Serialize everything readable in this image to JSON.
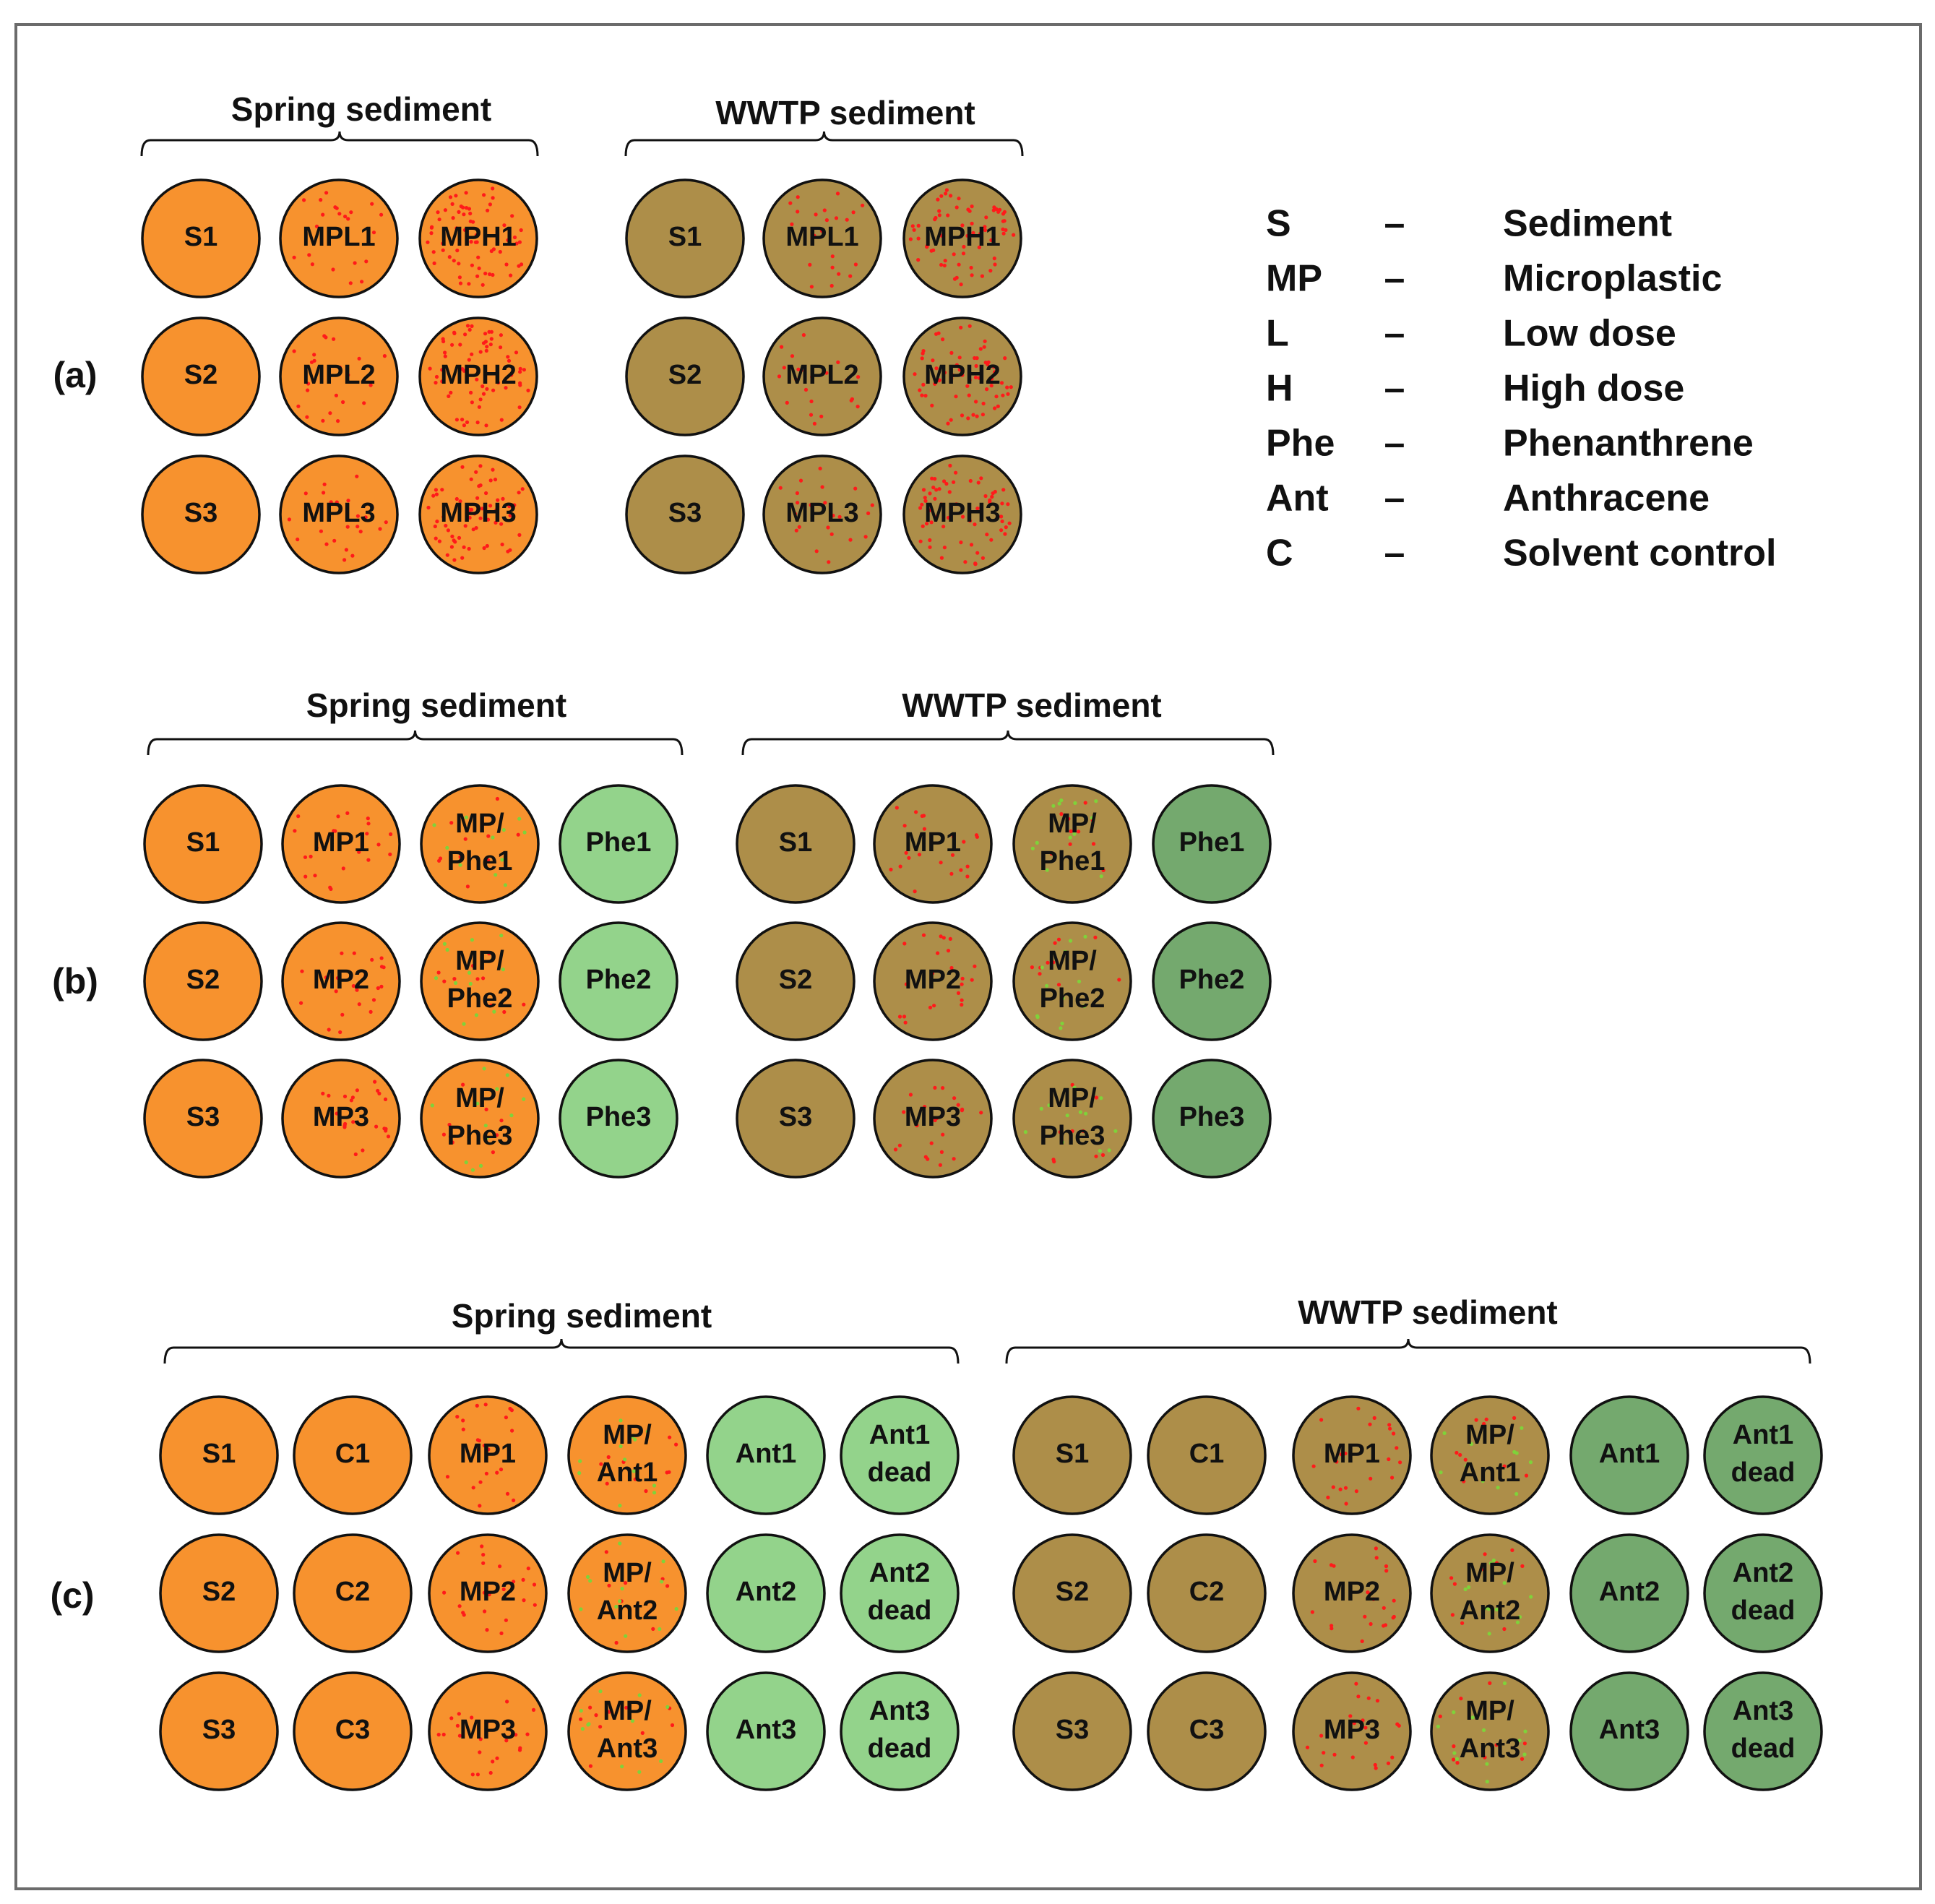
{
  "colors": {
    "spring": "#f7922e",
    "wwtp": "#ad8e49",
    "spring_green": "#93d38b",
    "wwtp_green": "#74a96e",
    "mp_dot": "#ff1a1a",
    "pah_dot": "#7fd23a",
    "outline": "#111111"
  },
  "legend": [
    {
      "abbr": "S",
      "dash": "–",
      "meaning": "Sediment"
    },
    {
      "abbr": "MP",
      "dash": "–",
      "meaning": "Microplastic"
    },
    {
      "abbr": "L",
      "dash": "–",
      "meaning": "Low dose"
    },
    {
      "abbr": "H",
      "dash": "–",
      "meaning": "High dose"
    },
    {
      "abbr": "Phe",
      "dash": "–",
      "meaning": "Phenanthrene"
    },
    {
      "abbr": "Ant",
      "dash": "–",
      "meaning": "Anthracene"
    },
    {
      "abbr": "C",
      "dash": "–",
      "meaning": "Solvent control"
    }
  ],
  "panels": [
    {
      "label": "(a)",
      "groups": [
        {
          "title": "Spring sediment",
          "sediment": "spring",
          "rows": [
            [
              {
                "text": [
                  "S1"
                ],
                "fill": "base",
                "dots": "none"
              },
              {
                "text": [
                  "MPL1"
                ],
                "fill": "base",
                "dots": "mp_low"
              },
              {
                "text": [
                  "MPH1"
                ],
                "fill": "base",
                "dots": "mp_high"
              }
            ],
            [
              {
                "text": [
                  "S2"
                ],
                "fill": "base",
                "dots": "none"
              },
              {
                "text": [
                  "MPL2"
                ],
                "fill": "base",
                "dots": "mp_low"
              },
              {
                "text": [
                  "MPH2"
                ],
                "fill": "base",
                "dots": "mp_high"
              }
            ],
            [
              {
                "text": [
                  "S3"
                ],
                "fill": "base",
                "dots": "none"
              },
              {
                "text": [
                  "MPL3"
                ],
                "fill": "base",
                "dots": "mp_low"
              },
              {
                "text": [
                  "MPH3"
                ],
                "fill": "base",
                "dots": "mp_high"
              }
            ]
          ]
        },
        {
          "title": "WWTP sediment",
          "sediment": "wwtp",
          "rows": [
            [
              {
                "text": [
                  "S1"
                ],
                "fill": "base",
                "dots": "none"
              },
              {
                "text": [
                  "MPL1"
                ],
                "fill": "base",
                "dots": "mp_low"
              },
              {
                "text": [
                  "MPH1"
                ],
                "fill": "base",
                "dots": "mp_high"
              }
            ],
            [
              {
                "text": [
                  "S2"
                ],
                "fill": "base",
                "dots": "none"
              },
              {
                "text": [
                  "MPL2"
                ],
                "fill": "base",
                "dots": "mp_low"
              },
              {
                "text": [
                  "MPH2"
                ],
                "fill": "base",
                "dots": "mp_high"
              }
            ],
            [
              {
                "text": [
                  "S3"
                ],
                "fill": "base",
                "dots": "none"
              },
              {
                "text": [
                  "MPL3"
                ],
                "fill": "base",
                "dots": "mp_low"
              },
              {
                "text": [
                  "MPH3"
                ],
                "fill": "base",
                "dots": "mp_high"
              }
            ]
          ]
        }
      ]
    },
    {
      "label": "(b)",
      "groups": [
        {
          "title": "Spring sediment",
          "sediment": "spring",
          "rows": [
            [
              {
                "text": [
                  "S1"
                ],
                "fill": "base",
                "dots": "none"
              },
              {
                "text": [
                  "MP1"
                ],
                "fill": "base",
                "dots": "mp_low"
              },
              {
                "text": [
                  "MP/",
                  "Phe1"
                ],
                "fill": "base",
                "dots": "pah"
              },
              {
                "text": [
                  "Phe1"
                ],
                "fill": "green",
                "dots": "none"
              }
            ],
            [
              {
                "text": [
                  "S2"
                ],
                "fill": "base",
                "dots": "none"
              },
              {
                "text": [
                  "MP2"
                ],
                "fill": "base",
                "dots": "mp_low"
              },
              {
                "text": [
                  "MP/",
                  "Phe2"
                ],
                "fill": "base",
                "dots": "pah"
              },
              {
                "text": [
                  "Phe2"
                ],
                "fill": "green",
                "dots": "none"
              }
            ],
            [
              {
                "text": [
                  "S3"
                ],
                "fill": "base",
                "dots": "none"
              },
              {
                "text": [
                  "MP3"
                ],
                "fill": "base",
                "dots": "mp_low"
              },
              {
                "text": [
                  "MP/",
                  "Phe3"
                ],
                "fill": "base",
                "dots": "pah"
              },
              {
                "text": [
                  "Phe3"
                ],
                "fill": "green",
                "dots": "none"
              }
            ]
          ]
        },
        {
          "title": "WWTP sediment",
          "sediment": "wwtp",
          "rows": [
            [
              {
                "text": [
                  "S1"
                ],
                "fill": "base",
                "dots": "none"
              },
              {
                "text": [
                  "MP1"
                ],
                "fill": "base",
                "dots": "mp_low"
              },
              {
                "text": [
                  "MP/",
                  "Phe1"
                ],
                "fill": "base",
                "dots": "pah"
              },
              {
                "text": [
                  "Phe1"
                ],
                "fill": "green",
                "dots": "none"
              }
            ],
            [
              {
                "text": [
                  "S2"
                ],
                "fill": "base",
                "dots": "none"
              },
              {
                "text": [
                  "MP2"
                ],
                "fill": "base",
                "dots": "mp_low"
              },
              {
                "text": [
                  "MP/",
                  "Phe2"
                ],
                "fill": "base",
                "dots": "pah"
              },
              {
                "text": [
                  "Phe2"
                ],
                "fill": "green",
                "dots": "none"
              }
            ],
            [
              {
                "text": [
                  "S3"
                ],
                "fill": "base",
                "dots": "none"
              },
              {
                "text": [
                  "MP3"
                ],
                "fill": "base",
                "dots": "mp_low"
              },
              {
                "text": [
                  "MP/",
                  "Phe3"
                ],
                "fill": "base",
                "dots": "pah"
              },
              {
                "text": [
                  "Phe3"
                ],
                "fill": "green",
                "dots": "none"
              }
            ]
          ]
        }
      ]
    },
    {
      "label": "(c)",
      "groups": [
        {
          "title": "Spring sediment",
          "sediment": "spring",
          "rows": [
            [
              {
                "text": [
                  "S1"
                ],
                "fill": "base",
                "dots": "none"
              },
              {
                "text": [
                  "C1"
                ],
                "fill": "base",
                "dots": "none"
              },
              {
                "text": [
                  "MP1"
                ],
                "fill": "base",
                "dots": "mp_low"
              },
              {
                "text": [
                  "MP/",
                  "Ant1"
                ],
                "fill": "base",
                "dots": "pah"
              },
              {
                "text": [
                  "Ant1"
                ],
                "fill": "green",
                "dots": "none"
              },
              {
                "text": [
                  "Ant1",
                  "dead"
                ],
                "fill": "green",
                "dots": "none"
              }
            ],
            [
              {
                "text": [
                  "S2"
                ],
                "fill": "base",
                "dots": "none"
              },
              {
                "text": [
                  "C2"
                ],
                "fill": "base",
                "dots": "none"
              },
              {
                "text": [
                  "MP2"
                ],
                "fill": "base",
                "dots": "mp_low"
              },
              {
                "text": [
                  "MP/",
                  "Ant2"
                ],
                "fill": "base",
                "dots": "pah"
              },
              {
                "text": [
                  "Ant2"
                ],
                "fill": "green",
                "dots": "none"
              },
              {
                "text": [
                  "Ant2",
                  "dead"
                ],
                "fill": "green",
                "dots": "none"
              }
            ],
            [
              {
                "text": [
                  "S3"
                ],
                "fill": "base",
                "dots": "none"
              },
              {
                "text": [
                  "C3"
                ],
                "fill": "base",
                "dots": "none"
              },
              {
                "text": [
                  "MP3"
                ],
                "fill": "base",
                "dots": "mp_low"
              },
              {
                "text": [
                  "MP/",
                  "Ant3"
                ],
                "fill": "base",
                "dots": "pah"
              },
              {
                "text": [
                  "Ant3"
                ],
                "fill": "green",
                "dots": "none"
              },
              {
                "text": [
                  "Ant3",
                  "dead"
                ],
                "fill": "green",
                "dots": "none"
              }
            ]
          ]
        },
        {
          "title": "WWTP sediment",
          "sediment": "wwtp",
          "rows": [
            [
              {
                "text": [
                  "S1"
                ],
                "fill": "base",
                "dots": "none"
              },
              {
                "text": [
                  "C1"
                ],
                "fill": "base",
                "dots": "none"
              },
              {
                "text": [
                  "MP1"
                ],
                "fill": "base",
                "dots": "mp_low"
              },
              {
                "text": [
                  "MP/",
                  "Ant1"
                ],
                "fill": "base",
                "dots": "pah"
              },
              {
                "text": [
                  "Ant1"
                ],
                "fill": "green",
                "dots": "none"
              },
              {
                "text": [
                  "Ant1",
                  "dead"
                ],
                "fill": "green",
                "dots": "none"
              }
            ],
            [
              {
                "text": [
                  "S2"
                ],
                "fill": "base",
                "dots": "none"
              },
              {
                "text": [
                  "C2"
                ],
                "fill": "base",
                "dots": "none"
              },
              {
                "text": [
                  "MP2"
                ],
                "fill": "base",
                "dots": "mp_low"
              },
              {
                "text": [
                  "MP/",
                  "Ant2"
                ],
                "fill": "base",
                "dots": "pah"
              },
              {
                "text": [
                  "Ant2"
                ],
                "fill": "green",
                "dots": "none"
              },
              {
                "text": [
                  "Ant2",
                  "dead"
                ],
                "fill": "green",
                "dots": "none"
              }
            ],
            [
              {
                "text": [
                  "S3"
                ],
                "fill": "base",
                "dots": "none"
              },
              {
                "text": [
                  "C3"
                ],
                "fill": "base",
                "dots": "none"
              },
              {
                "text": [
                  "MP3"
                ],
                "fill": "base",
                "dots": "mp_low"
              },
              {
                "text": [
                  "MP/",
                  "Ant3"
                ],
                "fill": "base",
                "dots": "pah"
              },
              {
                "text": [
                  "Ant3"
                ],
                "fill": "green",
                "dots": "none"
              },
              {
                "text": [
                  "Ant3",
                  "dead"
                ],
                "fill": "green",
                "dots": "none"
              }
            ]
          ]
        }
      ]
    }
  ]
}
